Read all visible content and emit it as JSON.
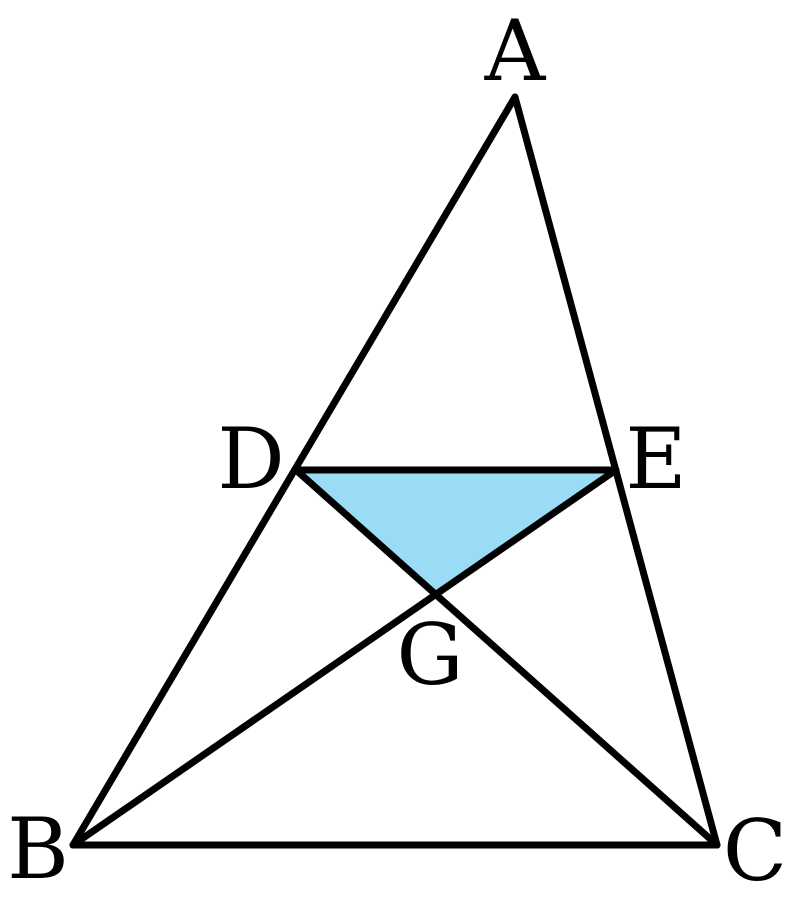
{
  "diagram": {
    "vertices": [
      {
        "id": "A",
        "label": "A"
      },
      {
        "id": "B",
        "label": "B"
      },
      {
        "id": "C",
        "label": "C"
      },
      {
        "id": "D",
        "label": "D"
      },
      {
        "id": "E",
        "label": "E"
      },
      {
        "id": "G",
        "label": "G"
      }
    ],
    "segments": [
      "AB",
      "AC",
      "BC",
      "DE",
      "DC",
      "BE"
    ],
    "shaded_region": {
      "polygon": "DEG",
      "fill": "#9ADCF5"
    },
    "line_color": "#000000",
    "background": "#FFFFFF"
  }
}
